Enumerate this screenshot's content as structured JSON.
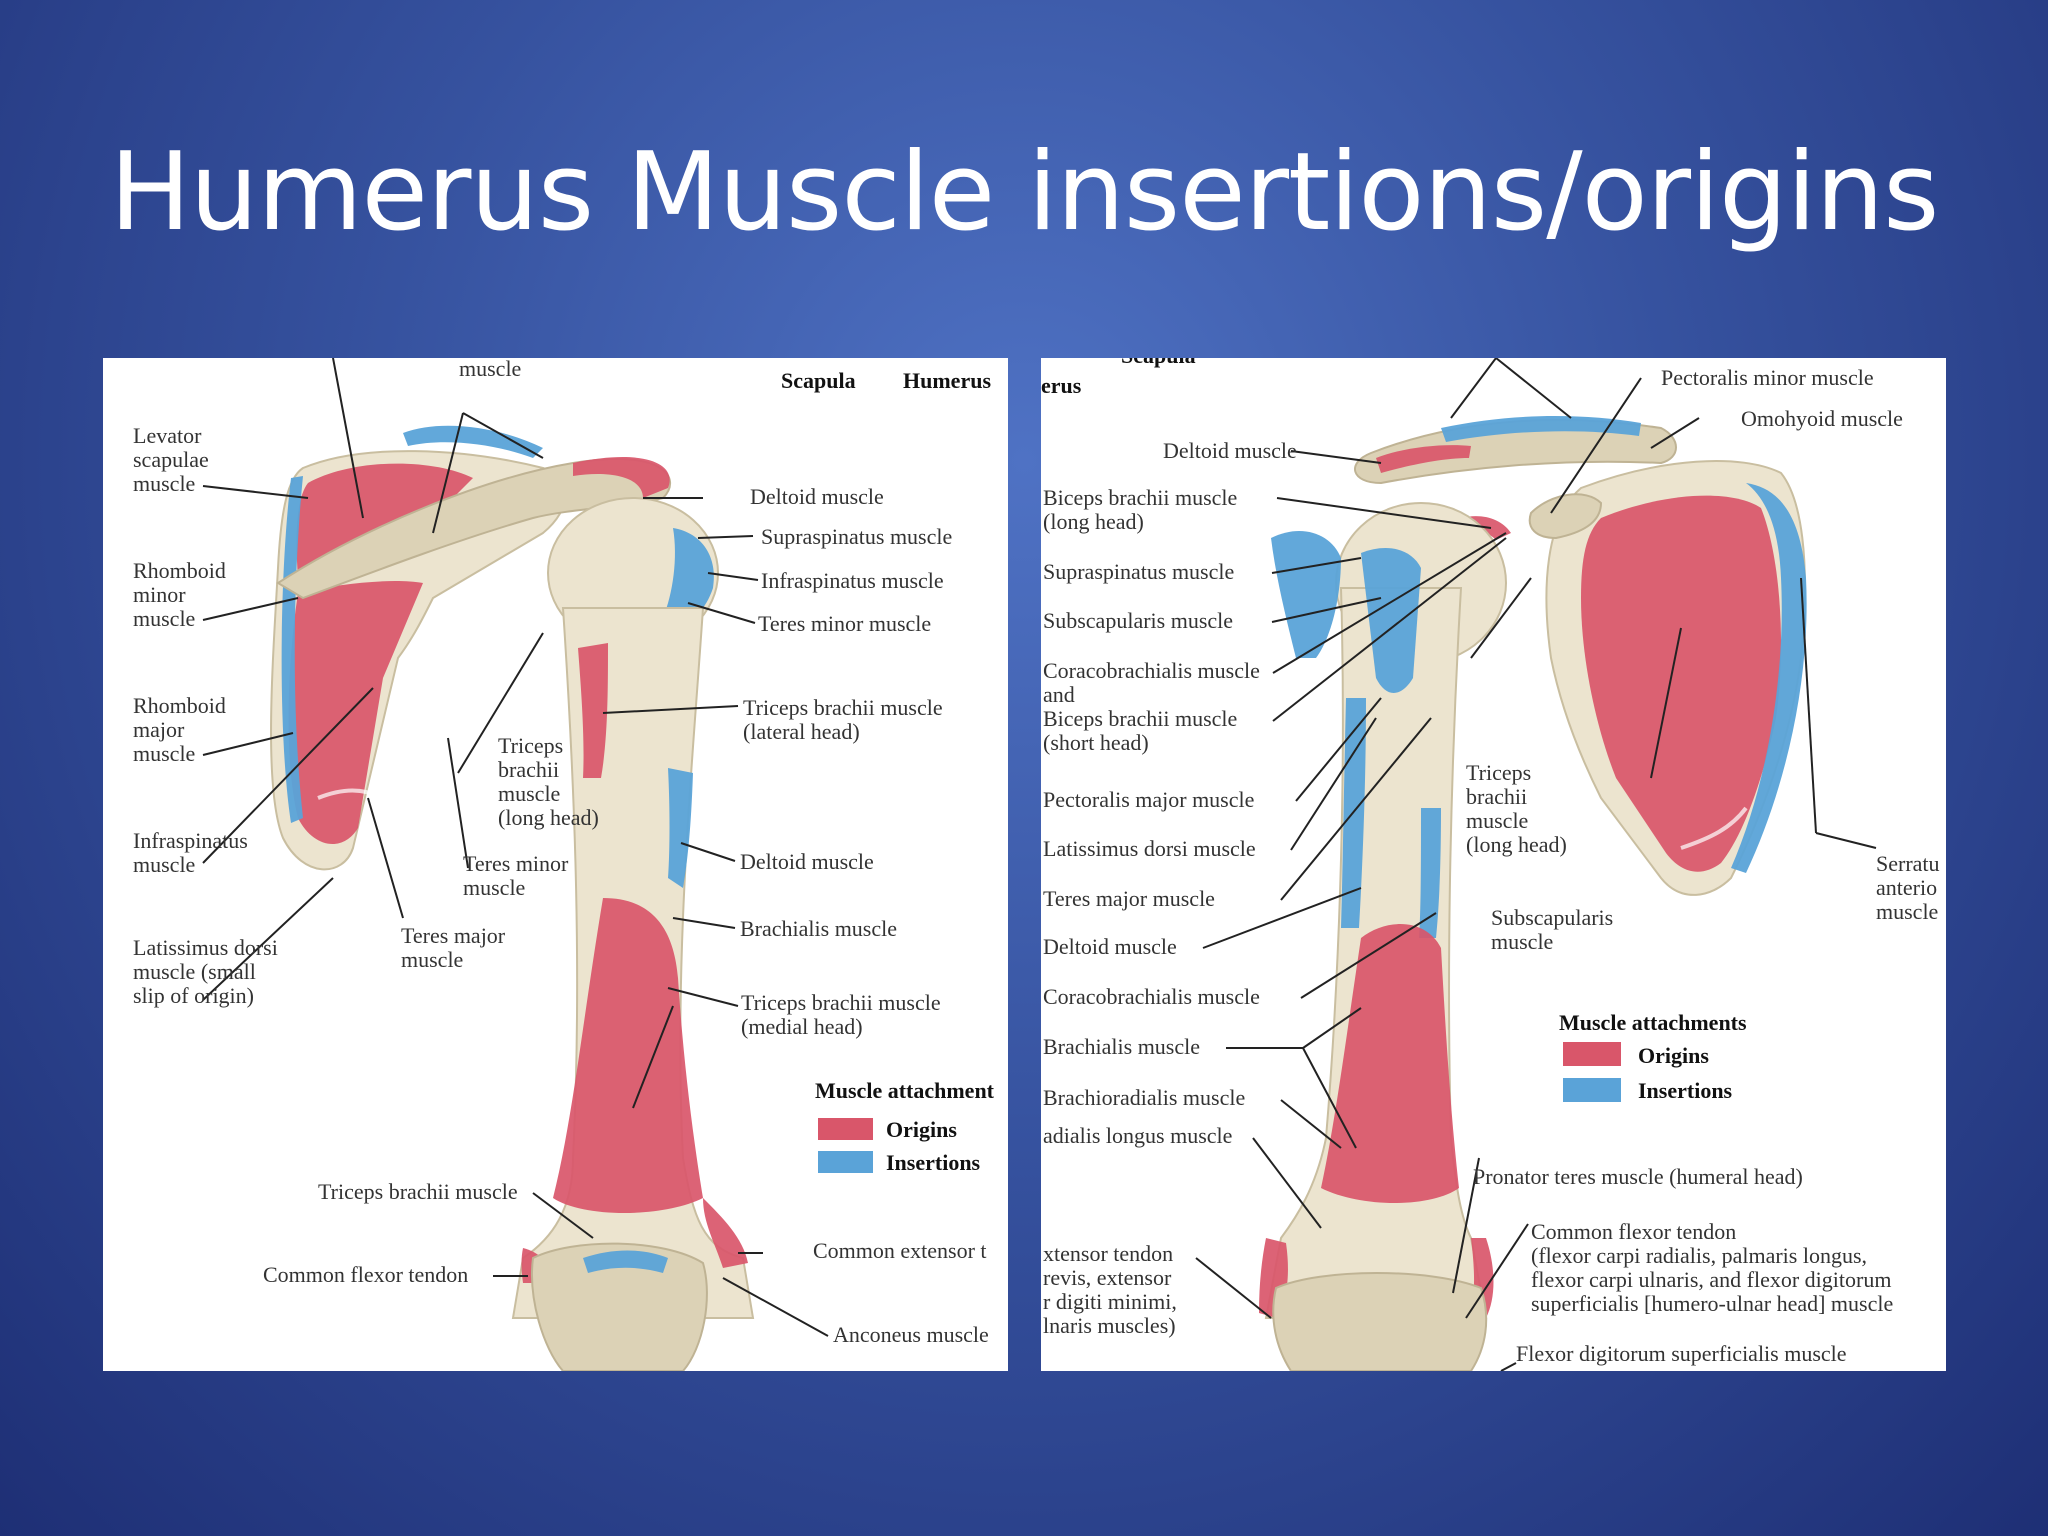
{
  "slide": {
    "title": "Humerus Muscle insertions/origins"
  },
  "colors": {
    "origins": "#d9566a",
    "insertions": "#5aa3d8",
    "bone": "#ece4cf",
    "background": "#36529f"
  },
  "left_figure": {
    "labels": {
      "muscle_top": "muscle",
      "scapula": "Scapula",
      "humerus": "Humerus",
      "levator_scapulae": [
        "Levator",
        "scapulae",
        "muscle"
      ],
      "rhomboid_minor": [
        "Rhomboid",
        "minor",
        "muscle"
      ],
      "rhomboid_major": [
        "Rhomboid",
        "major",
        "muscle"
      ],
      "infraspinatus_left": [
        "Infraspinatus",
        "muscle"
      ],
      "latissimus_dorsi": [
        "Latissimus dorsi",
        "muscle (small",
        "slip of origin)"
      ],
      "teres_major": [
        "Teres major",
        "muscle"
      ],
      "teres_minor_left": [
        "Teres minor",
        "muscle"
      ],
      "triceps_long": [
        "Triceps",
        "brachii",
        "muscle",
        "(long head)"
      ],
      "deltoid_top": "Deltoid muscle",
      "supraspinatus": "Supraspinatus muscle",
      "infraspinatus_right": "Infraspinatus muscle",
      "teres_minor_right": "Teres minor muscle",
      "triceps_lateral": [
        "Triceps brachii muscle",
        "(lateral head)"
      ],
      "deltoid_mid": "Deltoid muscle",
      "brachialis": "Brachialis muscle",
      "triceps_medial": [
        "Triceps brachii muscle",
        "(medial head)"
      ],
      "triceps_bottom": "Triceps brachii muscle",
      "common_flexor": "Common flexor tendon",
      "common_extensor": "Common extensor t",
      "anconeus": "Anconeus muscle"
    },
    "legend": {
      "title": "Muscle attachment",
      "origins": "Origins",
      "insertions": "Insertions"
    }
  },
  "right_figure": {
    "labels": {
      "scapula_top": "Scapula",
      "humerus_top": "erus",
      "pectoralis_minor": "Pectoralis minor muscle",
      "omohyoid": "Omohyoid muscle",
      "deltoid_top": "Deltoid muscle",
      "biceps_long": [
        "Biceps brachii muscle",
        "(long head)"
      ],
      "supraspinatus": "Supraspinatus muscle",
      "subscapularis_left": "Subscapularis muscle",
      "coracobrachialis_biceps": [
        "Coracobrachialis muscle",
        "and",
        "Biceps brachii muscle",
        "(short head)"
      ],
      "pectoralis_major": "Pectoralis major muscle",
      "latissimus_dorsi": "Latissimus dorsi muscle",
      "teres_major": "Teres major muscle",
      "deltoid_mid": "Deltoid muscle",
      "coracobrachialis": "Coracobrachialis muscle",
      "brachialis": "Brachialis muscle",
      "brachioradialis": "Brachioradialis muscle",
      "ecr_longus": "adialis longus muscle",
      "extensor_tendon": [
        "xtensor tendon",
        "revis, extensor",
        "r digiti minimi,",
        "lnaris muscles)"
      ],
      "triceps_long": [
        "Triceps",
        "brachii",
        "muscle",
        "(long head)"
      ],
      "subscapularis_right": [
        "Subscapularis",
        "muscle"
      ],
      "serratus": [
        "Serratu",
        "anterio",
        "muscle"
      ],
      "pronator_teres": "Pronator teres muscle (humeral head)",
      "common_flexor": [
        "Common flexor tendon",
        "(flexor carpi radialis, palmaris longus,",
        "flexor carpi ulnaris, and flexor digitorum",
        "superficialis [humero-ulnar head] muscle"
      ],
      "fds": "Flexor digitorum superficialis muscle"
    },
    "legend": {
      "title": "Muscle attachments",
      "origins": "Origins",
      "insertions": "Insertions"
    }
  }
}
